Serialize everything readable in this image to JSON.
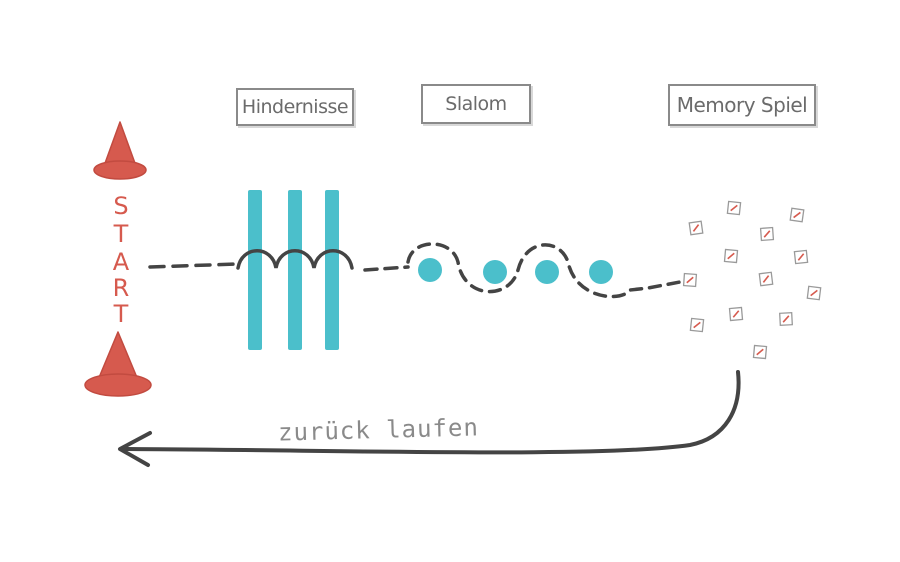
{
  "stations": {
    "hurdles": "Hindernisse",
    "slalom": "Slalom",
    "memory": "Memory Spiel"
  },
  "start": {
    "letters": [
      "S",
      "T",
      "A",
      "R",
      "T"
    ]
  },
  "return_path": {
    "label": "zurück laufen"
  },
  "colors": {
    "cone": "#d65a4e",
    "pole": "#4bbfcb",
    "path": "#444444",
    "box_border": "#8a8a8a",
    "card_border": "#9a9a9a",
    "card_mark": "#d65a4e"
  },
  "icons": {
    "start_cones": "traffic-cone",
    "hurdles": "vertical-bar",
    "slalom": "circle",
    "memory_cards": "card-square",
    "return": "arrow-left"
  }
}
